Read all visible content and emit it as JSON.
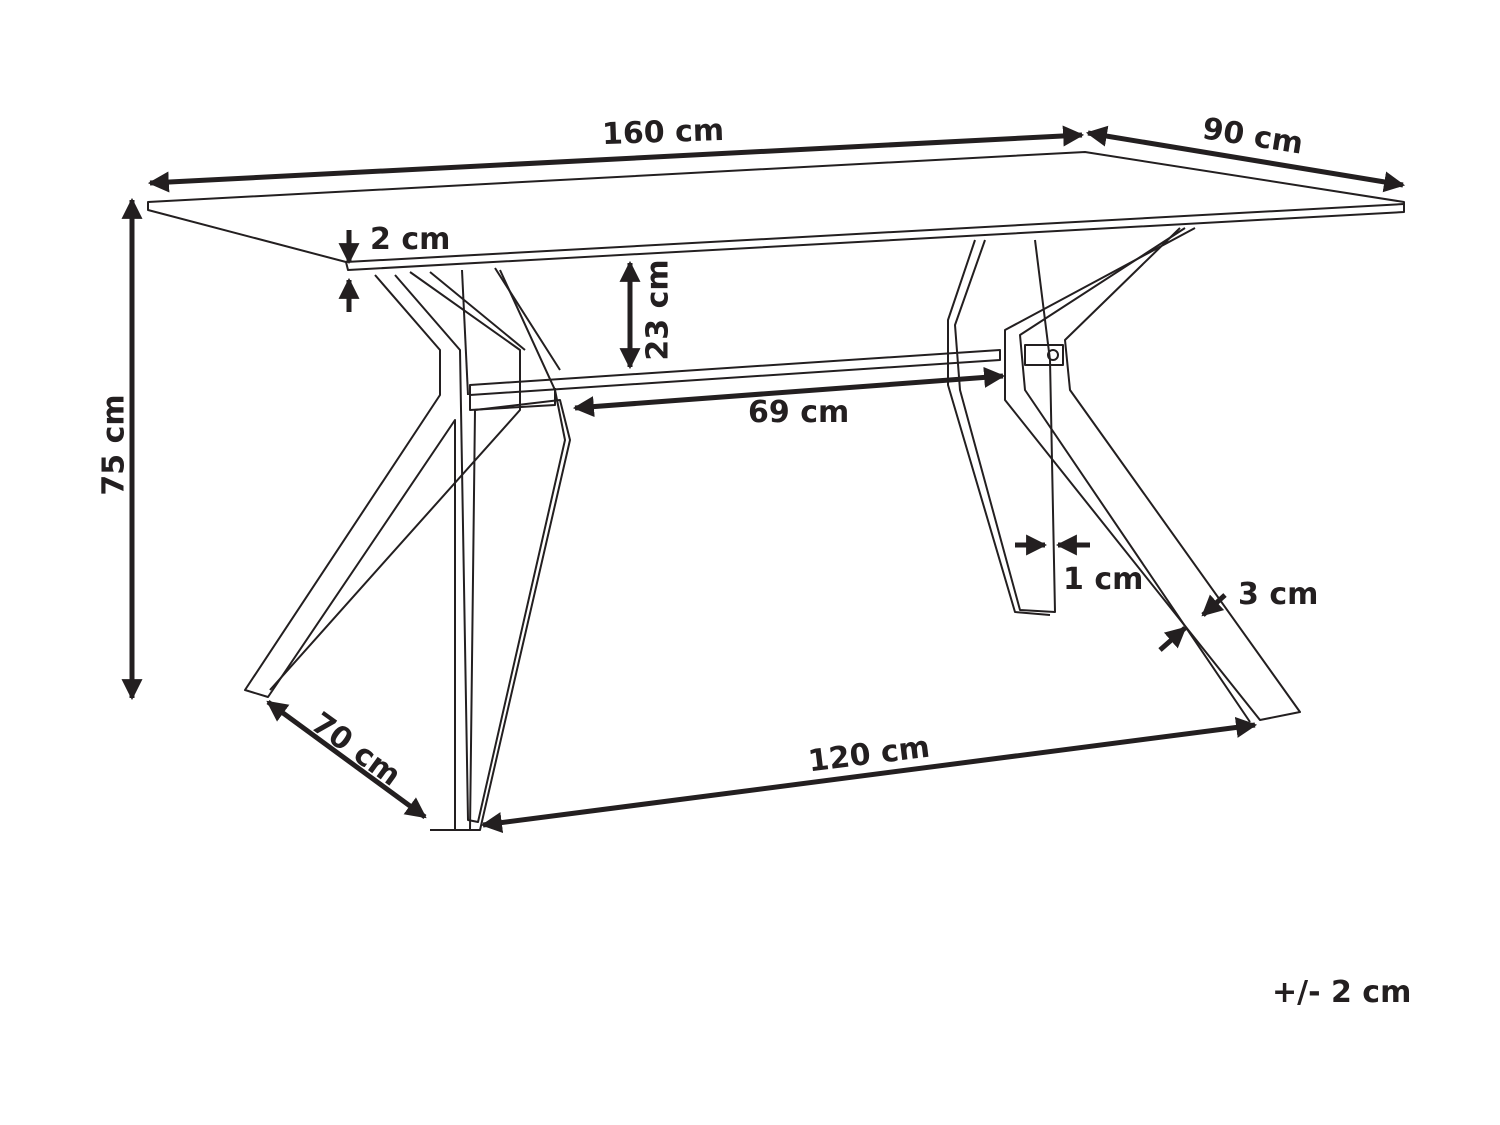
{
  "diagram": {
    "type": "product dimension drawing",
    "subject": "rectangular dining table with angled metal legs",
    "line_color": "#231f20",
    "background": "#ffffff"
  },
  "dimensions": {
    "length": "160 cm",
    "width": "90 cm",
    "height": "75 cm",
    "top_thickness": "2 cm",
    "apron_depth": "23 cm",
    "crossbar_length": "69 cm",
    "leg_thickness": "1 cm",
    "leg_width": "3 cm",
    "leg_base_depth": "70 cm",
    "leg_base_span": "120 cm"
  },
  "tolerance": "+/- 2 cm"
}
